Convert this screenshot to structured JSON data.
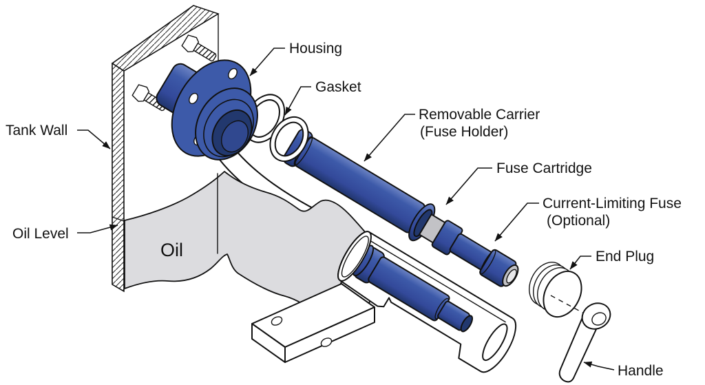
{
  "figure": {
    "type": "exploded-parts-diagram",
    "subject": "Bayonet fuse assembly mounted through an oil-filled transformer tank wall"
  },
  "labels": {
    "tank_wall": {
      "text": "Tank Wall"
    },
    "housing": {
      "text": "Housing"
    },
    "gasket": {
      "text": "Gasket"
    },
    "removable_carrier": {
      "lines": [
        "Removable Carrier",
        "(Fuse Holder)"
      ]
    },
    "fuse_cartridge": {
      "text": "Fuse Cartridge"
    },
    "current_limiting_fuse": {
      "lines": [
        "Current-Limiting Fuse",
        "(Optional)"
      ]
    },
    "end_plug": {
      "text": "End Plug"
    },
    "oil_level": {
      "text": "Oil Level"
    },
    "oil": {
      "text": "Oil"
    },
    "handle": {
      "text": "Handle"
    }
  },
  "colors": {
    "part_blue": "#3d5aa9",
    "part_blue_dark": "#22386e",
    "part_blue_mid": "#30488f",
    "outline": "#111111",
    "oil_gray": "#dcdcdf",
    "metal_gray": "#c2c2c6",
    "background": "#ffffff"
  }
}
